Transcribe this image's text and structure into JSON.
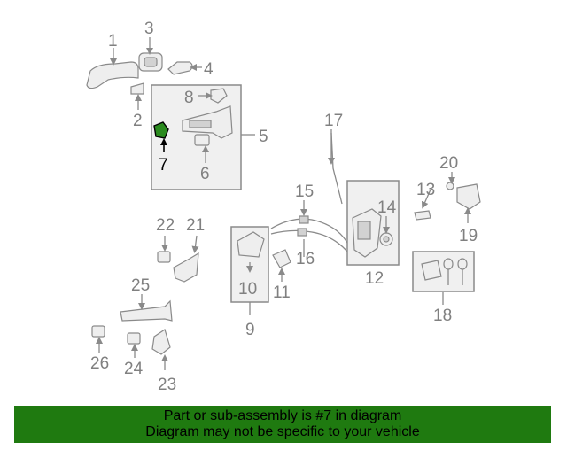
{
  "diagram": {
    "highlight_color": "#2a8a1e",
    "part_numbers": {
      "p1": "1",
      "p2": "2",
      "p3": "3",
      "p4": "4",
      "p5": "5",
      "p6": "6",
      "p7": "7",
      "p8": "8",
      "p9": "9",
      "p10": "10",
      "p11": "11",
      "p12": "12",
      "p13": "13",
      "p14": "14",
      "p15": "15",
      "p16": "16",
      "p17": "17",
      "p18": "18",
      "p19": "19",
      "p20": "20",
      "p21": "21",
      "p22": "22",
      "p23": "23",
      "p24": "24",
      "p25": "25",
      "p26": "26"
    }
  },
  "banner": {
    "color": "#1f7a10",
    "line1": "Part or sub-assembly is #7 in diagram",
    "line2": "Diagram may not be specific to your vehicle"
  }
}
